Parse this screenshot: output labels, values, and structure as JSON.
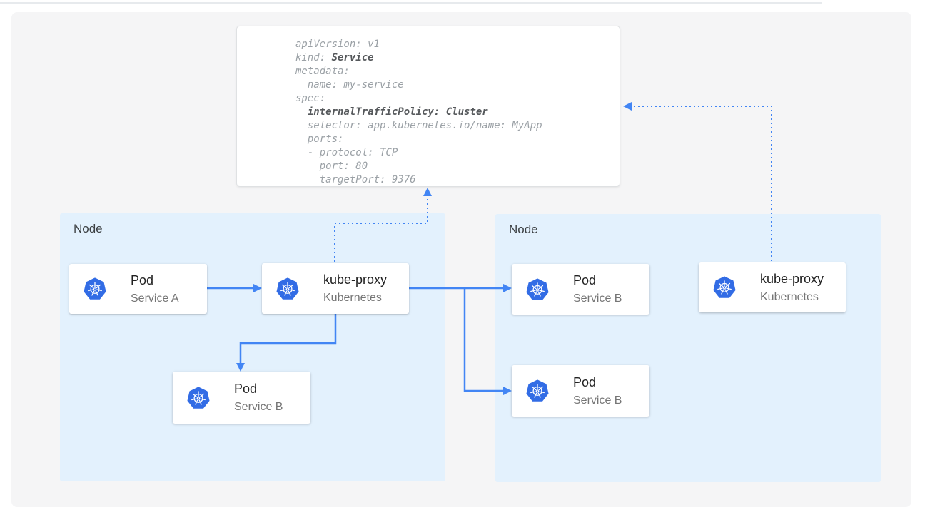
{
  "colors": {
    "accent_blue": "#4285f4",
    "kubernetes_blue": "#326ce5",
    "node_background": "#e3f1fd",
    "panel_background": "#f5f5f6",
    "code_text": "#9ba1a6",
    "code_text_bold": "#55585b"
  },
  "yaml": {
    "lines": [
      {
        "pre": "apiVersion: v1",
        "bold": "",
        "post": ""
      },
      {
        "pre": "kind: ",
        "bold": "Service",
        "post": ""
      },
      {
        "pre": "metadata:",
        "bold": "",
        "post": ""
      },
      {
        "pre": "  name: my-service",
        "bold": "",
        "post": ""
      },
      {
        "pre": "spec:",
        "bold": "",
        "post": ""
      },
      {
        "pre": "  ",
        "bold": "internalTrafficPolicy: Cluster",
        "post": ""
      },
      {
        "pre": "  selector: app.kubernetes.io/name: MyApp",
        "bold": "",
        "post": ""
      },
      {
        "pre": "  ports:",
        "bold": "",
        "post": ""
      },
      {
        "pre": "  - protocol: TCP",
        "bold": "",
        "post": ""
      },
      {
        "pre": "    port: 80",
        "bold": "",
        "post": ""
      },
      {
        "pre": "    targetPort: 9376",
        "bold": "",
        "post": ""
      }
    ]
  },
  "nodes": [
    {
      "label": "Node"
    },
    {
      "label": "Node"
    }
  ],
  "cards": [
    {
      "title": "Pod",
      "subtitle": "Service A"
    },
    {
      "title": "kube-proxy",
      "subtitle": "Kubernetes"
    },
    {
      "title": "Pod",
      "subtitle": "Service B"
    },
    {
      "title": "Pod",
      "subtitle": "Service B"
    },
    {
      "title": "Pod",
      "subtitle": "Service B"
    },
    {
      "title": "kube-proxy",
      "subtitle": "Kubernetes"
    }
  ]
}
